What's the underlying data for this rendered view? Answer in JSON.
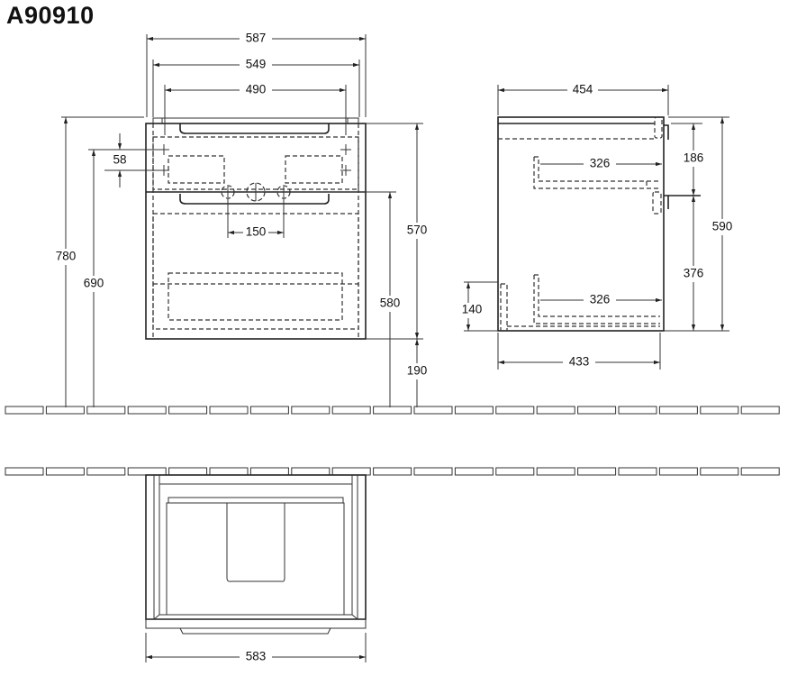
{
  "title": "A90910",
  "front_view": {
    "width_overall": "587",
    "width_inner": "549",
    "width_basin": "490",
    "tap_spacing": "150",
    "hole_offset": "58",
    "height_top": "780",
    "height_holes": "690",
    "height_waste": "580",
    "cabinet_height": "570",
    "floor_clearance": "190"
  },
  "side_view": {
    "depth_overall": "454",
    "depth_cabinet": "433",
    "drawer_depth_top": "326",
    "drawer_depth_bottom": "326",
    "upper_height": "186",
    "lower_height": "376",
    "total_height": "590",
    "siphon_height": "140"
  },
  "plan_view": {
    "width": "583"
  }
}
